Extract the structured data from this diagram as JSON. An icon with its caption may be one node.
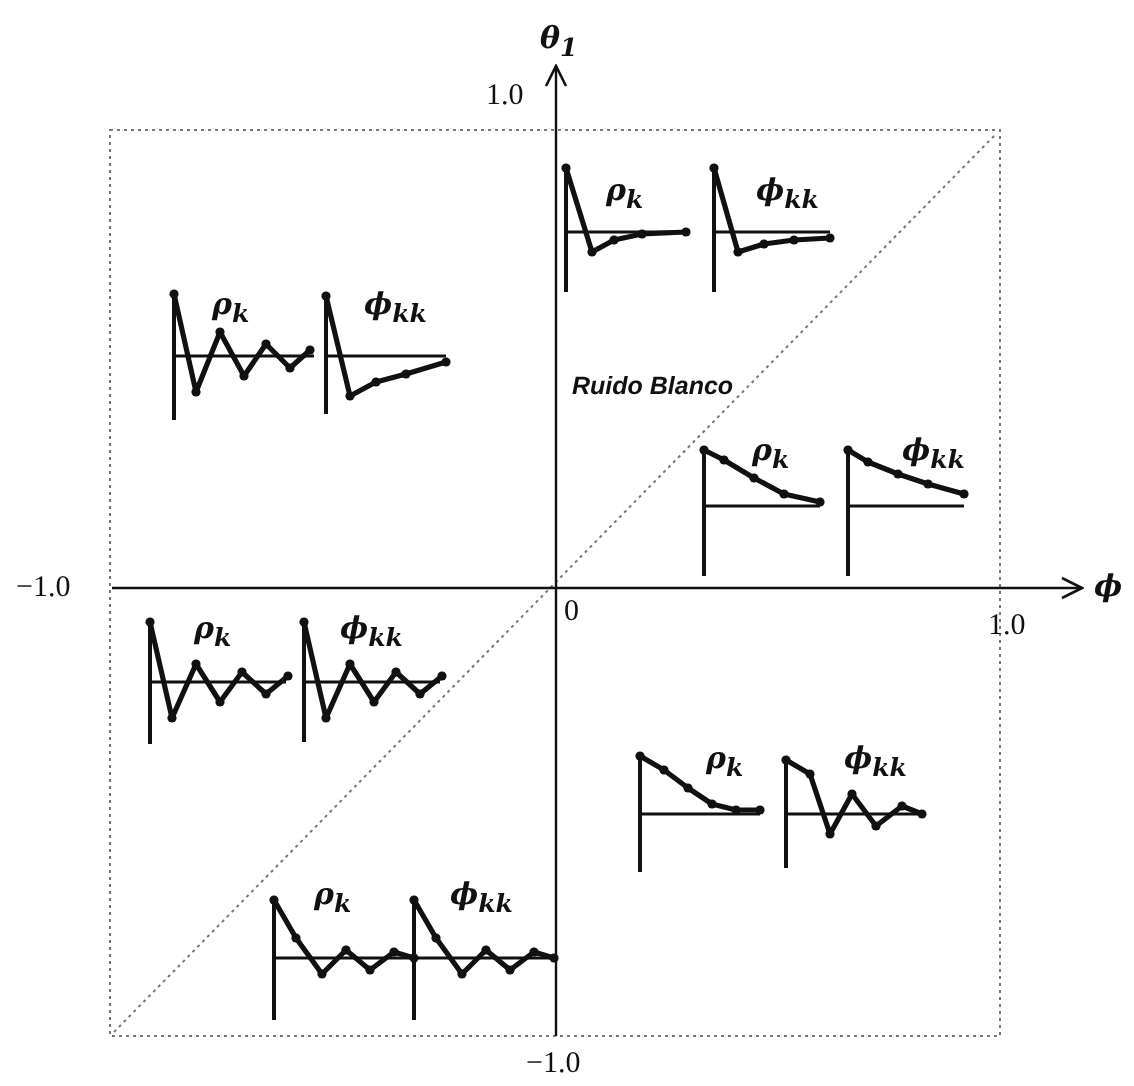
{
  "diagram": {
    "labels": [
      "θ$_{1}$",
      "1.0",
      "ρ$_{k}$",
      "ϕ$_{kk}$",
      "ρ$_{k}$",
      "ϕ$_{kk}$",
      "Ruido Blanco",
      "ρ$_{k}$",
      "ϕ$_{kk}$",
      "−1.0",
      "ϕ",
      "ρ$_{k}$",
      "ϕ$_{kk}$",
      "0",
      "1.0",
      "ρ$_{k}$",
      "ϕ$_{kk}$",
      "ρ$_{k}$",
      "ϕ$_{kk}$",
      "−1.0"
    ]
  }
}
